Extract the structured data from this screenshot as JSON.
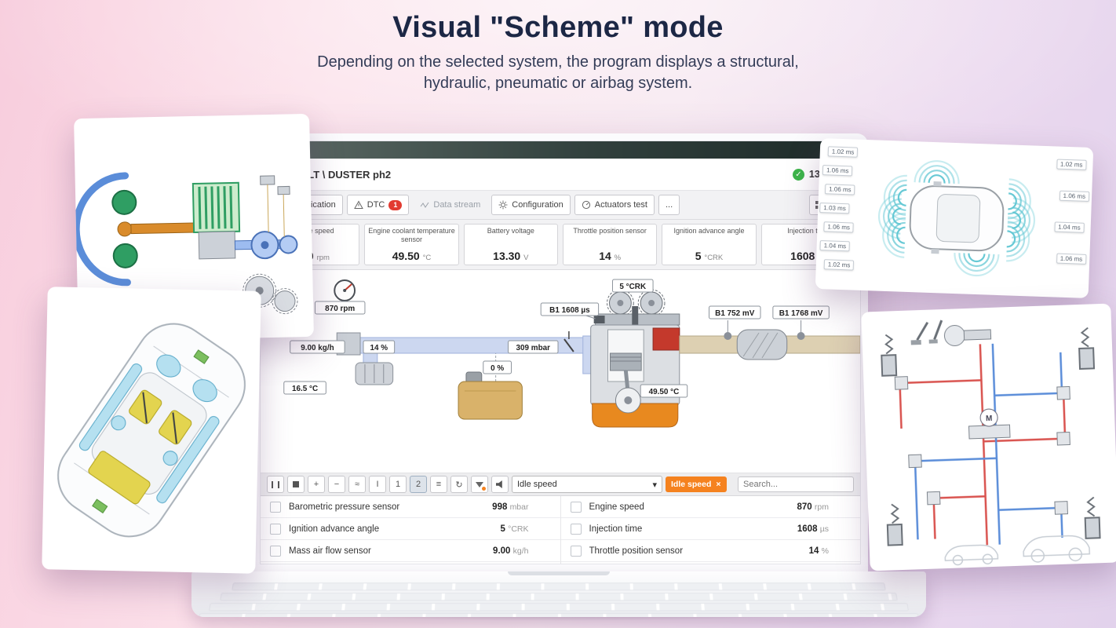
{
  "hero": {
    "title": "Visual \"Scheme\" mode",
    "subtitle1": "Depending on the selected system, the program displays a structural,",
    "subtitle2": "hydraulic, pneumatic or airbag system."
  },
  "icons": {
    "check": "✓",
    "caret": "▾",
    "close": "×",
    "plus": "+",
    "minus": "−",
    "wave": "≈",
    "cursor": "I",
    "list": "≡",
    "refresh": "↻"
  },
  "app": {
    "topbar": {
      "vehicle": "RENAULT \\ DUSTER ph2",
      "voltage": "13.30 V"
    },
    "tabs": [
      {
        "label": "Identification"
      },
      {
        "label": "DTC",
        "badge": "1"
      },
      {
        "label": "Data stream"
      },
      {
        "label": "Configuration"
      },
      {
        "label": "Actuators test"
      },
      {
        "label": "..."
      }
    ],
    "sensors": [
      {
        "name": "Engine speed",
        "value": "870",
        "unit": "rpm"
      },
      {
        "name": "Engine coolant temperature sensor",
        "value": "49.50",
        "unit": "°C"
      },
      {
        "name": "Battery voltage",
        "value": "13.30",
        "unit": "V"
      },
      {
        "name": "Throttle position sensor",
        "value": "14",
        "unit": "%"
      },
      {
        "name": "Ignition advance angle",
        "value": "5",
        "unit": "°CRK"
      },
      {
        "name": "Injection time",
        "value": "1608",
        "unit": "µs"
      }
    ],
    "scheme": {
      "engine_speed": "870 rpm",
      "mass_air_flow": "9.00 kg/h",
      "intake_temp": "16.5 °C",
      "throttle": "14 %",
      "manifold_pressure": "309 mbar",
      "purge_valve": "0 %",
      "injection_time": "B1 1608 µs",
      "ignition_advance": "5 °CRK",
      "coolant_temp": "49.50 °C",
      "lambda_upstream": "B1 752 mV",
      "lambda_downstream": "B1 1768 mV"
    },
    "toolbar": {
      "page1": "1",
      "page2": "2",
      "preset": "Idle speed",
      "tag": "Idle speed",
      "search_placeholder": "Search..."
    },
    "table": {
      "left": [
        {
          "name": "Barometric pressure sensor",
          "value": "998",
          "unit": "mbar"
        },
        {
          "name": "Ignition advance angle",
          "value": "5",
          "unit": "°CRK"
        },
        {
          "name": "Mass air flow sensor",
          "value": "9.00",
          "unit": "kg/h"
        }
      ],
      "right": [
        {
          "name": "Engine speed",
          "value": "870",
          "unit": "rpm"
        },
        {
          "name": "Injection time",
          "value": "1608",
          "unit": "µs"
        },
        {
          "name": "Throttle position sensor",
          "value": "14",
          "unit": "%"
        }
      ]
    }
  },
  "cards": {
    "parking": {
      "left": [
        "1.02 ms",
        "1.06 ms",
        "1.06 ms",
        "1.03 ms",
        "1.06 ms",
        "1.04 ms",
        "1.02 ms"
      ],
      "right": [
        "1.02 ms",
        "1.06 ms",
        "1.04 ms",
        "1.06 ms"
      ]
    },
    "hydraulic": {
      "motor": "M"
    }
  }
}
